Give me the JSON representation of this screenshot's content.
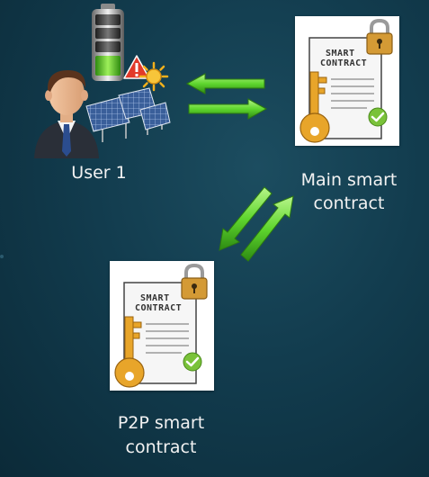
{
  "user": {
    "label": "User 1"
  },
  "main_contract": {
    "line1": "Main smart",
    "line2": "contract",
    "doc_line1": "SMART",
    "doc_line2": "CONTRACT"
  },
  "p2p_contract": {
    "line1": "P2P smart",
    "line2": "contract",
    "doc_line1": "SMART",
    "doc_line2": "CONTRACT"
  },
  "colors": {
    "arrow": "#5fd62e",
    "key": "#e8a52a",
    "lock": "#c99030",
    "check": "#7ac23a",
    "warning": "#e23a2a",
    "sun": "#f2b01c"
  },
  "icons": [
    "battery-icon",
    "warning-icon",
    "sun-icon",
    "solar-panel-icon",
    "user-avatar-icon",
    "lock-icon",
    "key-icon",
    "check-icon",
    "arrow-left-icon",
    "arrow-right-icon"
  ]
}
